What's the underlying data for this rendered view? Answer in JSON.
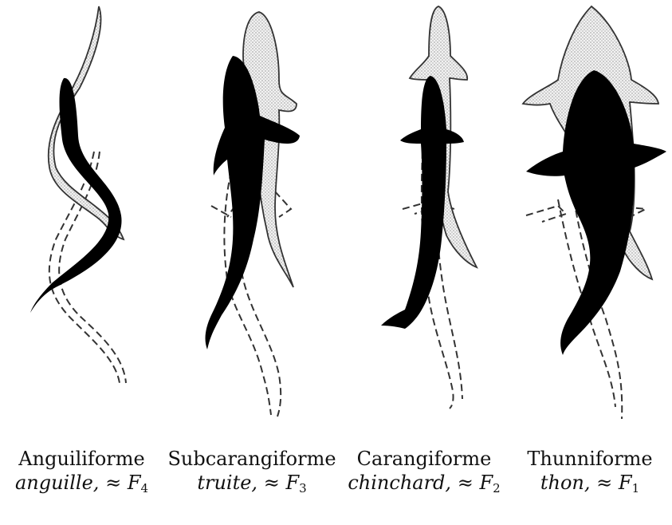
{
  "figure": {
    "panels": [
      {
        "id": "anguilliforme",
        "name": "Anguiliforme",
        "species": "anguille,",
        "approx": "≈",
        "force": "F",
        "index": "4"
      },
      {
        "id": "subcarangiforme",
        "name": "Subcarangiforme",
        "species": "truite,",
        "approx": "≈",
        "force": "F",
        "index": "3"
      },
      {
        "id": "carangiforme",
        "name": "Carangiforme",
        "species": "chinchard,",
        "approx": "≈",
        "force": "F",
        "index": "2"
      },
      {
        "id": "thunniforme",
        "name": "Thunniforme",
        "species": "thon,",
        "approx": "≈",
        "force": "F",
        "index": "1"
      }
    ],
    "colors": {
      "black_body": "#000000",
      "stipple_fill": "#e6e6e6",
      "outline": "#222222",
      "background": "#ffffff"
    }
  }
}
